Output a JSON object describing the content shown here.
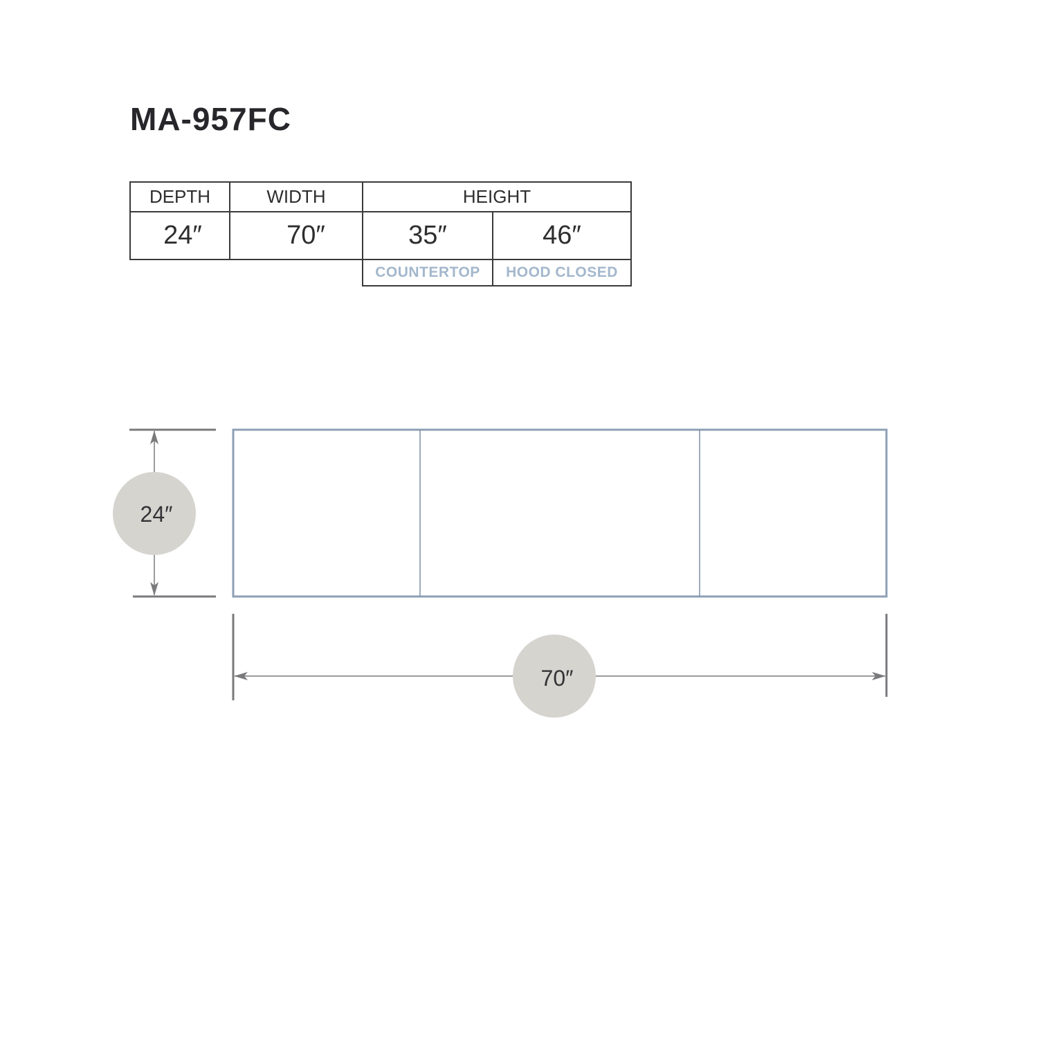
{
  "title": "MA-957FC",
  "table": {
    "headers": {
      "depth": "DEPTH",
      "width": "WIDTH",
      "height": "HEIGHT"
    },
    "values": {
      "depth": "24″",
      "width": "70″",
      "height_countertop": "35″",
      "height_hood_closed": "46″"
    },
    "sublabels": {
      "countertop": "COUNTERTOP",
      "hood_closed": "HOOD CLOSED"
    }
  },
  "diagram": {
    "depth_label": "24″",
    "width_label": "70″",
    "outline_color": "#8d9fb5",
    "dimension_color": "#7a7a7c",
    "badge_color": "#d5d4cf"
  }
}
